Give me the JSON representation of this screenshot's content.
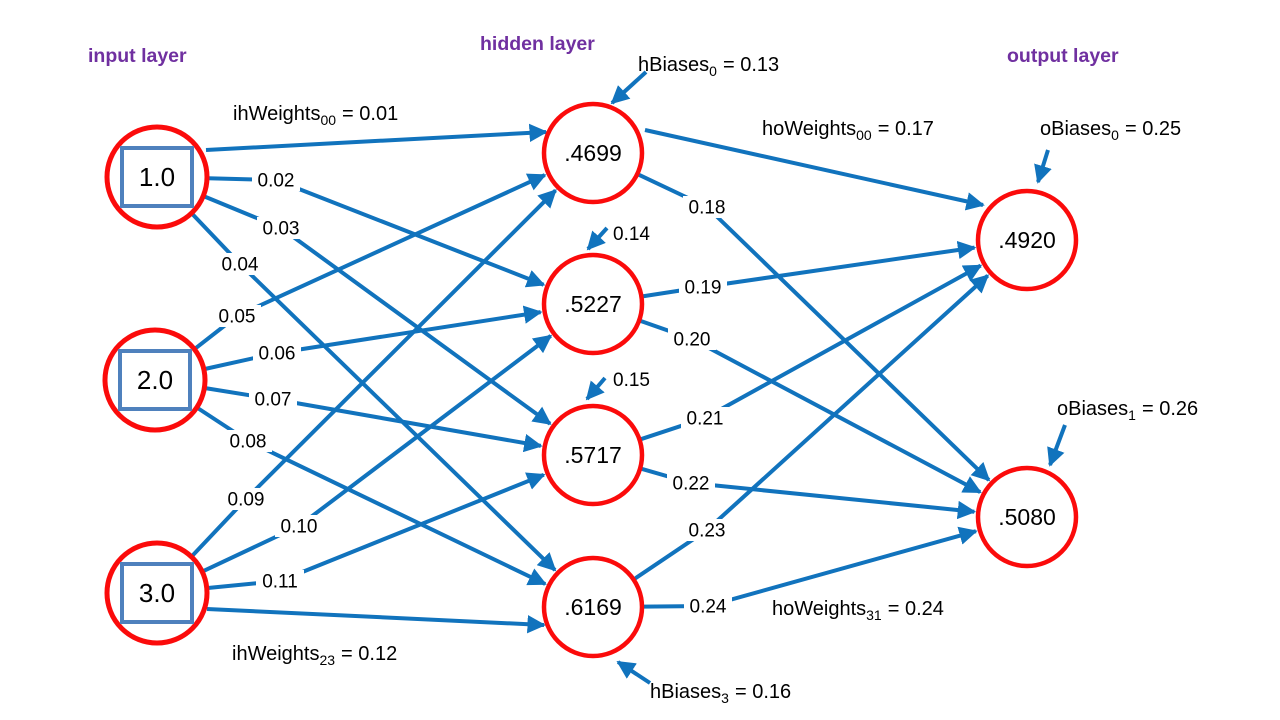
{
  "headers": {
    "input": "input layer",
    "hidden": "hidden layer",
    "output": "output layer"
  },
  "colors": {
    "edge_blue": "#1173bd",
    "node_red": "#fb0b0b",
    "square_blue": "#4f81bd",
    "header_purple": "#7030a0",
    "text_black": "#000000"
  },
  "input_nodes": [
    {
      "value": "1.0"
    },
    {
      "value": "2.0"
    },
    {
      "value": "3.0"
    }
  ],
  "hidden_nodes": [
    {
      "value": ".4699"
    },
    {
      "value": ".5227"
    },
    {
      "value": ".5717"
    },
    {
      "value": ".6169"
    }
  ],
  "output_nodes": [
    {
      "value": ".4920"
    },
    {
      "value": ".5080"
    }
  ],
  "edges": {
    "input_to_hidden": [
      {
        "from": 0,
        "to": 0,
        "label": {
          "base": "ihWeights",
          "sub": "00",
          "suffix": "= 0.01"
        }
      },
      {
        "from": 0,
        "to": 1,
        "label": {
          "text": "0.02"
        }
      },
      {
        "from": 0,
        "to": 2,
        "label": {
          "text": "0.03"
        }
      },
      {
        "from": 0,
        "to": 3,
        "label": {
          "text": "0.04"
        }
      },
      {
        "from": 1,
        "to": 0,
        "label": {
          "text": "0.05"
        }
      },
      {
        "from": 1,
        "to": 1,
        "label": {
          "text": "0.06"
        }
      },
      {
        "from": 1,
        "to": 2,
        "label": {
          "text": "0.07"
        }
      },
      {
        "from": 1,
        "to": 3,
        "label": {
          "text": "0.08"
        }
      },
      {
        "from": 2,
        "to": 0,
        "label": {
          "text": "0.09"
        }
      },
      {
        "from": 2,
        "to": 1,
        "label": {
          "text": "0.10"
        }
      },
      {
        "from": 2,
        "to": 2,
        "label": {
          "text": "0.11"
        }
      },
      {
        "from": 2,
        "to": 3,
        "label": {
          "base": "ihWeights",
          "sub": "23",
          "suffix": "= 0.12"
        }
      }
    ],
    "hidden_to_output": [
      {
        "from": 0,
        "to": 0,
        "label": {
          "base": "hoWeights",
          "sub": "00",
          "suffix": "= 0.17"
        }
      },
      {
        "from": 0,
        "to": 1,
        "label": {
          "text": "0.18"
        }
      },
      {
        "from": 1,
        "to": 0,
        "label": {
          "text": "0.19"
        }
      },
      {
        "from": 1,
        "to": 1,
        "label": {
          "text": "0.20"
        }
      },
      {
        "from": 2,
        "to": 0,
        "label": {
          "text": "0.21"
        }
      },
      {
        "from": 2,
        "to": 1,
        "label": {
          "text": "0.22"
        }
      },
      {
        "from": 3,
        "to": 0,
        "label": {
          "text": "0.23"
        }
      },
      {
        "from": 3,
        "to": 1,
        "label": {
          "text": "0.24"
        },
        "label2": {
          "base": "hoWeights",
          "sub": "31",
          "suffix": "= 0.24"
        }
      }
    ]
  },
  "biases": [
    {
      "target": "hidden-0",
      "label": {
        "base": "hBiases",
        "sub": "0",
        "suffix": "= 0.13"
      }
    },
    {
      "target": "hidden-1",
      "label": {
        "text": "0.14"
      }
    },
    {
      "target": "hidden-2",
      "label": {
        "text": "0.15"
      }
    },
    {
      "target": "hidden-3",
      "label": {
        "base": "hBiases",
        "sub": "3",
        "suffix": "= 0.16"
      }
    },
    {
      "target": "output-0",
      "label": {
        "base": "oBiases",
        "sub": "0",
        "suffix": "= 0.25"
      }
    },
    {
      "target": "output-1",
      "label": {
        "base": "oBiases",
        "sub": "1",
        "suffix": "= 0.26"
      }
    }
  ]
}
